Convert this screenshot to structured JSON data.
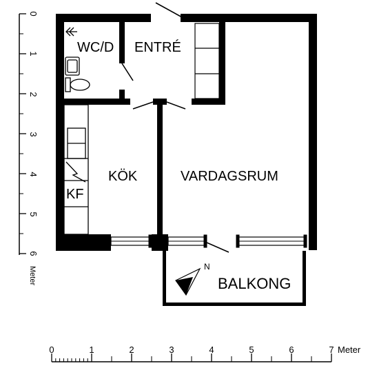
{
  "colors": {
    "wall": "#000000",
    "background": "#ffffff"
  },
  "rooms": {
    "wc": "WC/D",
    "entre": "ENTRÉ",
    "kok": "KÖK",
    "vardagsrum": "VARDAGSRUM",
    "balkong": "BALKONG",
    "kf": "KF"
  },
  "compass": {
    "label": "N",
    "icon": "north-arrow-icon"
  },
  "scale_horizontal": {
    "ticks": [
      "0",
      "1",
      "2",
      "3",
      "4",
      "5",
      "6",
      "7"
    ],
    "unit": "Meter"
  },
  "scale_vertical": {
    "ticks": [
      "0",
      "1",
      "2",
      "3",
      "4",
      "5",
      "6"
    ],
    "unit": "Meter"
  }
}
